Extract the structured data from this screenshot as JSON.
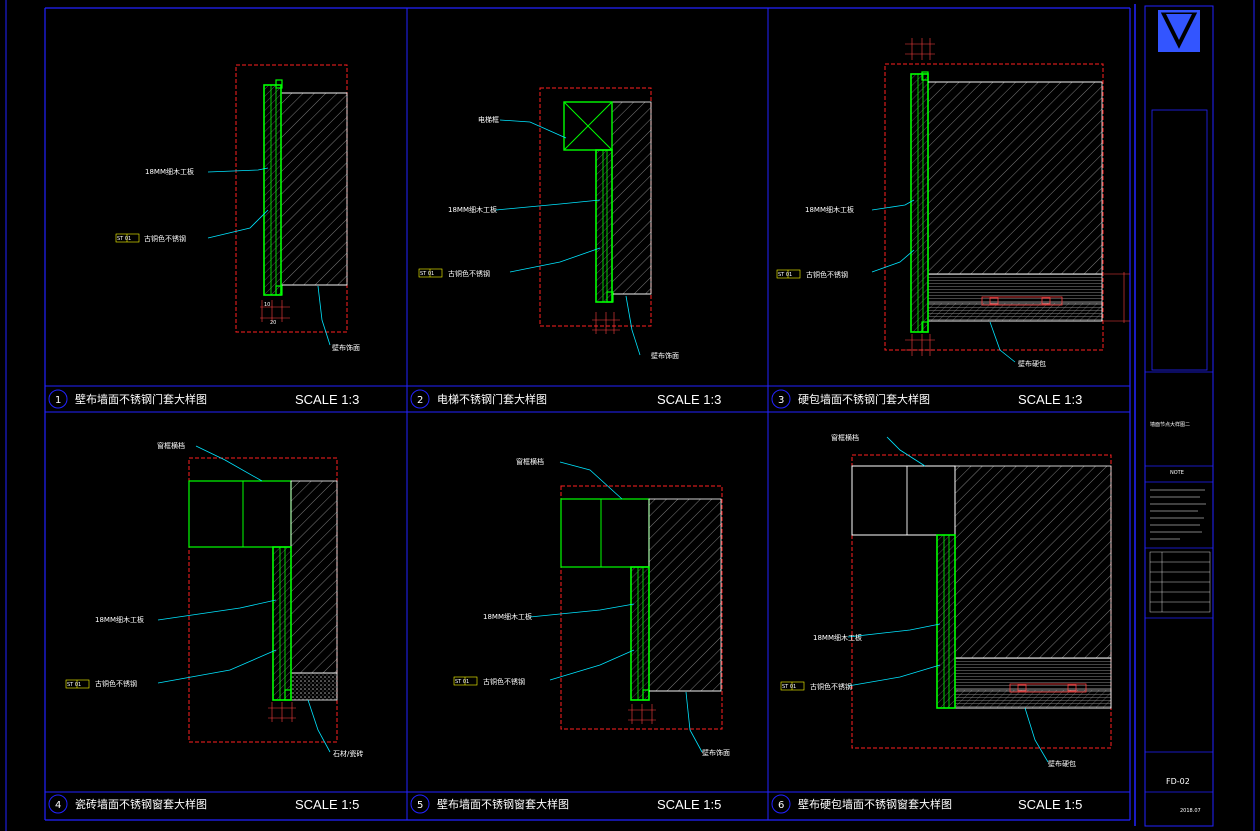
{
  "colors": {
    "frame": "#2222ff",
    "section_red": "#ff2020",
    "leader": "#00e5ff",
    "wood": "#00ff00",
    "hatch": "#bbbbbb",
    "text": "#ffffff",
    "logo": "#3355ff",
    "titleblock_text": "#ffff00"
  },
  "panels": [
    {
      "number": "1",
      "title": "壁布墙面不锈钢门套大样图",
      "scale": "SCALE 1:3",
      "labels": {
        "wood": "18MM细木工板",
        "steel": "古铜色不锈钢",
        "steel_tag": "ST 01",
        "wall": "壁布饰面"
      }
    },
    {
      "number": "2",
      "title": "电梯不锈钢门套大样图",
      "scale": "SCALE 1:3",
      "labels": {
        "box": "电梯框",
        "wood": "18MM细木工板",
        "steel": "古铜色不锈钢",
        "steel_tag": "ST 01",
        "wall": "壁布饰面"
      }
    },
    {
      "number": "3",
      "title": "硬包墙面不锈钢门套大样图",
      "scale": "SCALE 1:3",
      "labels": {
        "wood": "18MM细木工板",
        "steel": "古铜色不锈钢",
        "steel_tag": "ST 01",
        "wall": "壁布硬包"
      }
    },
    {
      "number": "4",
      "title": "瓷砖墙面不锈钢窗套大样图",
      "scale": "SCALE 1:5",
      "labels": {
        "top": "窗框横档",
        "wood": "18MM细木工板",
        "steel": "古铜色不锈钢",
        "steel_tag": "ST 01",
        "bottom": "石材/瓷砖"
      }
    },
    {
      "number": "5",
      "title": "壁布墙面不锈钢窗套大样图",
      "scale": "SCALE 1:5",
      "labels": {
        "top": "窗框横档",
        "wood": "18MM细木工板",
        "steel": "古铜色不锈钢",
        "steel_tag": "ST 01",
        "wall": "壁布饰面"
      }
    },
    {
      "number": "6",
      "title": "壁布硬包墙面不锈钢窗套大样图",
      "scale": "SCALE 1:5",
      "labels": {
        "top": "窗框横档",
        "wood": "18MM细木工板",
        "steel": "古铜色不锈钢",
        "steel_tag": "ST 01",
        "wall": "壁布硬包"
      }
    }
  ],
  "title_block": {
    "sheet_label": "墙面节点大样图二",
    "note_heading": "NOTE",
    "drawing_no": "FD-02",
    "date": "2018.07"
  }
}
